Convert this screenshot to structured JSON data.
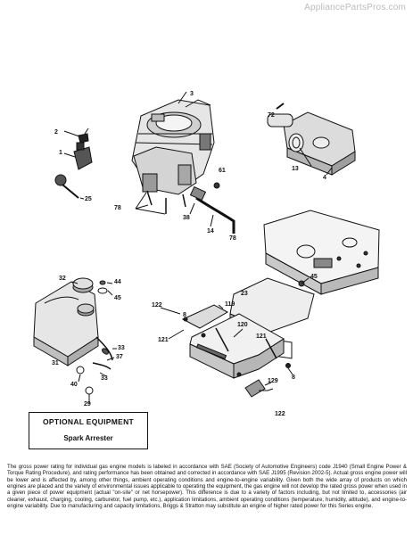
{
  "watermark": "AppliancePartsPros.com",
  "callouts": {
    "c1": "1",
    "c2": "2",
    "c3": "3",
    "c4": "4",
    "c8a": "8",
    "c8b": "8",
    "c13": "13",
    "c14": "14",
    "c23": "23",
    "c25": "25",
    "c29": "29",
    "c31": "31",
    "c32": "32",
    "c33a": "33",
    "c33b": "33",
    "c37": "37",
    "c38": "38",
    "c40": "40",
    "c44": "44",
    "c45a": "45",
    "c45b": "45",
    "c61": "61",
    "c72": "72",
    "c78a": "78",
    "c78b": "78",
    "c119": "119",
    "c120": "120",
    "c121a": "121",
    "c121b": "121",
    "c122a": "122",
    "c122b": "122",
    "c129": "129"
  },
  "optional_equipment": {
    "title": "OPTIONAL EQUIPMENT",
    "item": "Spark Arrester"
  },
  "footnote": "The gross power rating for individual gas engine models is labeled in accordance with SAE (Society of Automotive Engineers) code J1940 (Small Engine Power & Torque Rating Procedure), and rating performance has been obtained and corrected in accordance with SAE J1995 (Revision 2002-5). Actual gross engine power will be lower and is affected by, among other things, ambient operating conditions and engine-to-engine variability. Given both the wide array of products on which engines are placed and the variety of environmental issues applicable to operating the equipment, the gas engine will not develop the rated gross power when used in a given piece of power equipment (actual \"on-site\" or net horsepower). This difference is due to a variety of factors including, but not limited to, accessories (air cleaner, exhaust, charging, cooling, carburetor, fuel pump, etc.), application limitations, ambient operating conditions (temperature, humidity, altitude), and engine-to-engine variability. Due to manufacturing and capacity limitations, Briggs & Stratton may substitute an engine of higher rated power for this Series engine."
}
